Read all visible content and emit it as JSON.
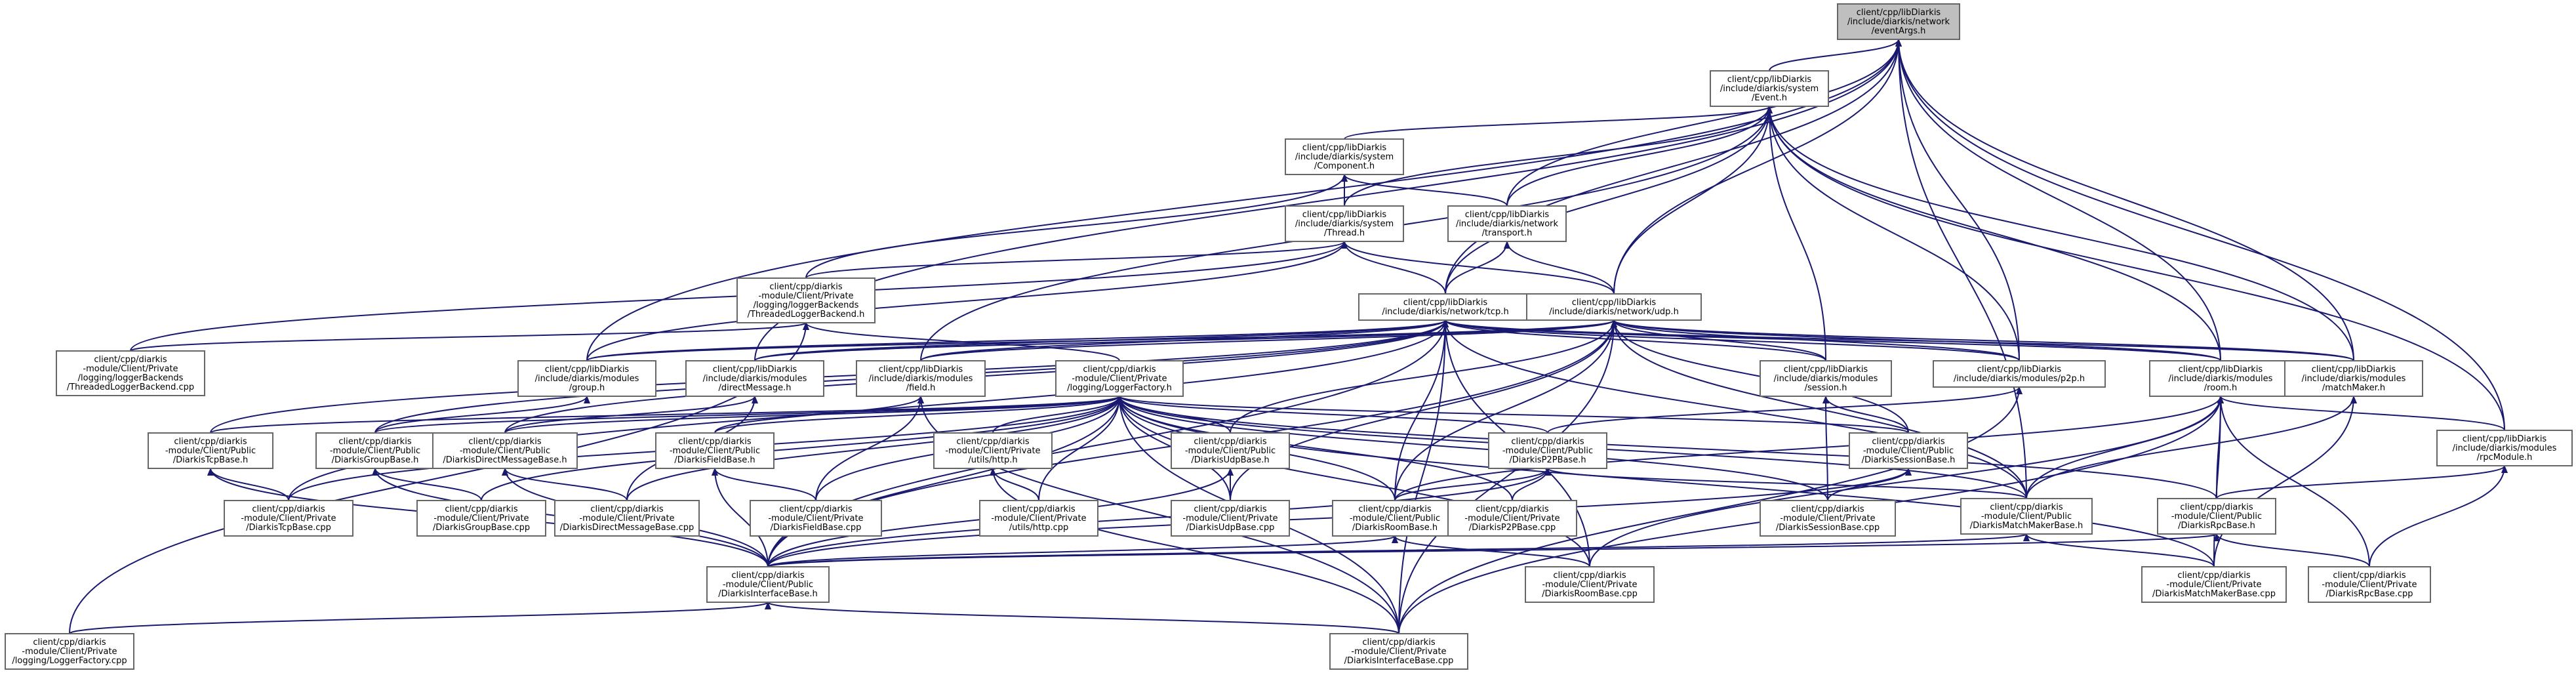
{
  "diagram": {
    "type": "include-dependency-graph",
    "colors": {
      "edge": "#191970",
      "root_fill": "#bfbfbf",
      "node_border": "#666666",
      "node_fill": "#ffffff"
    },
    "nodes": [
      {
        "id": "events",
        "lines": [
          "client/cpp/libDiarkis",
          "/include/diarkis/network",
          "/eventArgs.h"
        ],
        "root": true
      },
      {
        "id": "event",
        "lines": [
          "client/cpp/libDiarkis",
          "/include/diarkis/system",
          "/Event.h"
        ]
      },
      {
        "id": "component",
        "lines": [
          "client/cpp/libDiarkis",
          "/include/diarkis/system",
          "/Component.h"
        ]
      },
      {
        "id": "thread",
        "lines": [
          "client/cpp/libDiarkis",
          "/include/diarkis/system",
          "/Thread.h"
        ]
      },
      {
        "id": "transport",
        "lines": [
          "client/cpp/libDiarkis",
          "/include/diarkis/network",
          "/transport.h"
        ]
      },
      {
        "id": "tlb",
        "lines": [
          "client/cpp/diarkis",
          "-module/Client/Private",
          "/logging/loggerBackends",
          "/ThreadedLoggerBackend.h"
        ]
      },
      {
        "id": "tcp",
        "lines": [
          "client/cpp/libDiarkis",
          "/include/diarkis/network/tcp.h"
        ]
      },
      {
        "id": "udp",
        "lines": [
          "client/cpp/libDiarkis",
          "/include/diarkis/network/udp.h"
        ]
      },
      {
        "id": "tlbcpp",
        "lines": [
          "client/cpp/diarkis",
          "-module/Client/Private",
          "/logging/loggerBackends",
          "/ThreadedLoggerBackend.cpp"
        ]
      },
      {
        "id": "group",
        "lines": [
          "client/cpp/libDiarkis",
          "/include/diarkis/modules",
          "/group.h"
        ]
      },
      {
        "id": "dm",
        "lines": [
          "client/cpp/libDiarkis",
          "/include/diarkis/modules",
          "/directMessage.h"
        ]
      },
      {
        "id": "field",
        "lines": [
          "client/cpp/libDiarkis",
          "/include/diarkis/modules",
          "/field.h"
        ]
      },
      {
        "id": "lf",
        "lines": [
          "client/cpp/diarkis",
          "-module/Client/Private",
          "/logging/LoggerFactory.h"
        ]
      },
      {
        "id": "session",
        "lines": [
          "client/cpp/libDiarkis",
          "/include/diarkis/modules",
          "/session.h"
        ]
      },
      {
        "id": "p2p",
        "lines": [
          "client/cpp/libDiarkis",
          "/include/diarkis/modules/p2p.h"
        ]
      },
      {
        "id": "room",
        "lines": [
          "client/cpp/libDiarkis",
          "/include/diarkis/modules",
          "/room.h"
        ]
      },
      {
        "id": "mm",
        "lines": [
          "client/cpp/libDiarkis",
          "/include/diarkis/modules",
          "/matchMaker.h"
        ]
      },
      {
        "id": "rpc",
        "lines": [
          "client/cpp/libDiarkis",
          "/include/diarkis/modules",
          "/rpcModule.h"
        ]
      },
      {
        "id": "tcpbase",
        "lines": [
          "client/cpp/diarkis",
          "-module/Client/Public",
          "/DiarkisTcpBase.h"
        ]
      },
      {
        "id": "groupbase",
        "lines": [
          "client/cpp/diarkis",
          "-module/Client/Public",
          "/DiarkisGroupBase.h"
        ]
      },
      {
        "id": "dmbase",
        "lines": [
          "client/cpp/diarkis",
          "-module/Client/Public",
          "/DiarkisDirectMessageBase.h"
        ]
      },
      {
        "id": "fieldbase",
        "lines": [
          "client/cpp/diarkis",
          "-module/Client/Public",
          "/DiarkisFieldBase.h"
        ]
      },
      {
        "id": "http",
        "lines": [
          "client/cpp/diarkis",
          "-module/Client/Private",
          "/utils/http.h"
        ]
      },
      {
        "id": "udpbase",
        "lines": [
          "client/cpp/diarkis",
          "-module/Client/Public",
          "/DiarkisUdpBase.h"
        ]
      },
      {
        "id": "p2pbase",
        "lines": [
          "client/cpp/diarkis",
          "-module/Client/Public",
          "/DiarkisP2PBase.h"
        ]
      },
      {
        "id": "sessionbase",
        "lines": [
          "client/cpp/diarkis",
          "-module/Client/Public",
          "/DiarkisSessionBase.h"
        ]
      },
      {
        "id": "rpcbase",
        "lines": [
          "client/cpp/diarkis",
          "-module/Client/Public",
          "/DiarkisRpcBase.h"
        ]
      },
      {
        "id": "tcpcpp",
        "lines": [
          "client/cpp/diarkis",
          "-module/Client/Private",
          "/DiarkisTcpBase.cpp"
        ]
      },
      {
        "id": "groupcpp",
        "lines": [
          "client/cpp/diarkis",
          "-module/Client/Private",
          "/DiarkisGroupBase.cpp"
        ]
      },
      {
        "id": "dmcpp",
        "lines": [
          "client/cpp/diarkis",
          "-module/Client/Private",
          "/DiarkisDirectMessageBase.cpp"
        ]
      },
      {
        "id": "fieldcpp",
        "lines": [
          "client/cpp/diarkis",
          "-module/Client/Private",
          "/DiarkisFieldBase.cpp"
        ]
      },
      {
        "id": "httpcpp",
        "lines": [
          "client/cpp/diarkis",
          "-module/Client/Private",
          "/utils/http.cpp"
        ]
      },
      {
        "id": "udpcpp",
        "lines": [
          "client/cpp/diarkis",
          "-module/Client/Private",
          "/DiarkisUdpBase.cpp"
        ]
      },
      {
        "id": "roombase",
        "lines": [
          "client/cpp/diarkis",
          "-module/Client/Public",
          "/DiarkisRoomBase.h"
        ]
      },
      {
        "id": "p2pcpp",
        "lines": [
          "client/cpp/diarkis",
          "-module/Client/Private",
          "/DiarkisP2PBase.cpp"
        ]
      },
      {
        "id": "sessioncpp",
        "lines": [
          "client/cpp/diarkis",
          "-module/Client/Private",
          "/DiarkisSessionBase.cpp"
        ]
      },
      {
        "id": "mmbase",
        "lines": [
          "client/cpp/diarkis",
          "-module/Client/Public",
          "/DiarkisMatchMakerBase.h"
        ]
      },
      {
        "id": "ifbase",
        "lines": [
          "client/cpp/diarkis",
          "-module/Client/Public",
          "/DiarkisInterfaceBase.h"
        ]
      },
      {
        "id": "roomcpp",
        "lines": [
          "client/cpp/diarkis",
          "-module/Client/Private",
          "/DiarkisRoomBase.cpp"
        ]
      },
      {
        "id": "mmcpp",
        "lines": [
          "client/cpp/diarkis",
          "-module/Client/Private",
          "/DiarkisMatchMakerBase.cpp"
        ]
      },
      {
        "id": "rpccpp",
        "lines": [
          "client/cpp/diarkis",
          "-module/Client/Private",
          "/DiarkisRpcBase.cpp"
        ]
      },
      {
        "id": "lfcpp",
        "lines": [
          "client/cpp/diarkis",
          "-module/Client/Private",
          "/logging/LoggerFactory.cpp"
        ]
      },
      {
        "id": "ifcpp",
        "lines": [
          "client/cpp/diarkis",
          "-module/Client/Private",
          "/DiarkisInterfaceBase.cpp"
        ]
      }
    ],
    "edges": [
      [
        "event",
        "events"
      ],
      [
        "transport",
        "events"
      ],
      [
        "tcp",
        "events"
      ],
      [
        "udp",
        "events"
      ],
      [
        "group",
        "events"
      ],
      [
        "dm",
        "events"
      ],
      [
        "p2p",
        "events"
      ],
      [
        "room",
        "events"
      ],
      [
        "mm",
        "events"
      ],
      [
        "rpc",
        "events"
      ],
      [
        "mmbase",
        "events"
      ],
      [
        "component",
        "event"
      ],
      [
        "thread",
        "event"
      ],
      [
        "transport",
        "event"
      ],
      [
        "tcp",
        "event"
      ],
      [
        "udp",
        "event"
      ],
      [
        "field",
        "event"
      ],
      [
        "session",
        "event"
      ],
      [
        "p2p",
        "event"
      ],
      [
        "room",
        "event"
      ],
      [
        "mm",
        "event"
      ],
      [
        "rpc",
        "event"
      ],
      [
        "thread",
        "component"
      ],
      [
        "transport",
        "component"
      ],
      [
        "tlb",
        "component"
      ],
      [
        "tlb",
        "thread"
      ],
      [
        "udp",
        "thread"
      ],
      [
        "tcp",
        "thread"
      ],
      [
        "group",
        "thread"
      ],
      [
        "tlbcpp",
        "thread"
      ],
      [
        "tcp",
        "transport"
      ],
      [
        "udp",
        "transport"
      ],
      [
        "tlbcpp",
        "tlb"
      ],
      [
        "lfcpp",
        "tlb"
      ],
      [
        "lf",
        "tlb"
      ],
      [
        "group",
        "tcp"
      ],
      [
        "dm",
        "tcp"
      ],
      [
        "field",
        "tcp"
      ],
      [
        "session",
        "tcp"
      ],
      [
        "p2p",
        "tcp"
      ],
      [
        "room",
        "tcp"
      ],
      [
        "mm",
        "tcp"
      ],
      [
        "tcpbase",
        "tcp"
      ],
      [
        "roombase",
        "tcp"
      ],
      [
        "ifbase",
        "tcp"
      ],
      [
        "ifcpp",
        "tcp"
      ],
      [
        "tcpcpp",
        "tcp"
      ],
      [
        "roomcpp",
        "tcp"
      ],
      [
        "mmbase",
        "tcp"
      ],
      [
        "groupbase",
        "tcp"
      ],
      [
        "dmbase",
        "tcp"
      ],
      [
        "group",
        "udp"
      ],
      [
        "dm",
        "udp"
      ],
      [
        "field",
        "udp"
      ],
      [
        "session",
        "udp"
      ],
      [
        "p2p",
        "udp"
      ],
      [
        "room",
        "udp"
      ],
      [
        "mm",
        "udp"
      ],
      [
        "udpbase",
        "udp"
      ],
      [
        "roombase",
        "udp"
      ],
      [
        "ifbase",
        "udp"
      ],
      [
        "ifcpp",
        "udp"
      ],
      [
        "udpcpp",
        "udp"
      ],
      [
        "sessionbase",
        "udp"
      ],
      [
        "mmbase",
        "udp"
      ],
      [
        "groupbase",
        "group"
      ],
      [
        "dmbase",
        "dm"
      ],
      [
        "dmcpp",
        "dm"
      ],
      [
        "fieldbase",
        "field"
      ],
      [
        "fieldcpp",
        "field"
      ],
      [
        "ifcpp",
        "field"
      ],
      [
        "sessionbase",
        "session"
      ],
      [
        "sessioncpp",
        "session"
      ],
      [
        "p2pbase",
        "p2p"
      ],
      [
        "ifcpp",
        "p2p"
      ],
      [
        "roombase",
        "room"
      ],
      [
        "mmbase",
        "room"
      ],
      [
        "rpcbase",
        "room"
      ],
      [
        "rpc",
        "room"
      ],
      [
        "roomcpp",
        "room"
      ],
      [
        "mmcpp",
        "room"
      ],
      [
        "rpccpp",
        "room"
      ],
      [
        "ifcpp",
        "room"
      ],
      [
        "mmbase",
        "mm"
      ],
      [
        "mmcpp",
        "mm"
      ],
      [
        "rpcbase",
        "rpc"
      ],
      [
        "rpccpp",
        "rpc"
      ],
      [
        "tcpbase",
        "lf"
      ],
      [
        "groupbase",
        "lf"
      ],
      [
        "dmbase",
        "lf"
      ],
      [
        "fieldbase",
        "lf"
      ],
      [
        "http",
        "lf"
      ],
      [
        "udpbase",
        "lf"
      ],
      [
        "p2pbase",
        "lf"
      ],
      [
        "sessionbase",
        "lf"
      ],
      [
        "roombase",
        "lf"
      ],
      [
        "mmbase",
        "lf"
      ],
      [
        "rpcbase",
        "lf"
      ],
      [
        "ifbase",
        "lf"
      ],
      [
        "tcpcpp",
        "lf"
      ],
      [
        "groupcpp",
        "lf"
      ],
      [
        "dmcpp",
        "lf"
      ],
      [
        "fieldcpp",
        "lf"
      ],
      [
        "httpcpp",
        "lf"
      ],
      [
        "udpcpp",
        "lf"
      ],
      [
        "p2pcpp",
        "lf"
      ],
      [
        "sessioncpp",
        "lf"
      ],
      [
        "roomcpp",
        "lf"
      ],
      [
        "mmcpp",
        "lf"
      ],
      [
        "ifcpp",
        "lf"
      ],
      [
        "tcpcpp",
        "tcpbase"
      ],
      [
        "ifbase",
        "tcpbase"
      ],
      [
        "groupcpp",
        "groupbase"
      ],
      [
        "ifbase",
        "groupbase"
      ],
      [
        "dmcpp",
        "dmbase"
      ],
      [
        "ifbase",
        "dmbase"
      ],
      [
        "fieldcpp",
        "fieldbase"
      ],
      [
        "ifbase",
        "fieldbase"
      ],
      [
        "httpcpp",
        "http"
      ],
      [
        "ifcpp",
        "http"
      ],
      [
        "udpcpp",
        "udpbase"
      ],
      [
        "ifbase",
        "udpbase"
      ],
      [
        "p2pcpp",
        "p2pbase"
      ],
      [
        "ifbase",
        "p2pbase"
      ],
      [
        "roombase",
        "p2pbase"
      ],
      [
        "mmbase",
        "p2pbase"
      ],
      [
        "sessioncpp",
        "sessionbase"
      ],
      [
        "ifbase",
        "sessionbase"
      ],
      [
        "rpccpp",
        "rpcbase"
      ],
      [
        "ifbase",
        "rpcbase"
      ],
      [
        "roomcpp",
        "roombase"
      ],
      [
        "ifbase",
        "roombase"
      ],
      [
        "mmcpp",
        "mmbase"
      ],
      [
        "ifbase",
        "mmbase"
      ],
      [
        "lfcpp",
        "ifbase"
      ],
      [
        "ifcpp",
        "ifbase"
      ]
    ]
  }
}
